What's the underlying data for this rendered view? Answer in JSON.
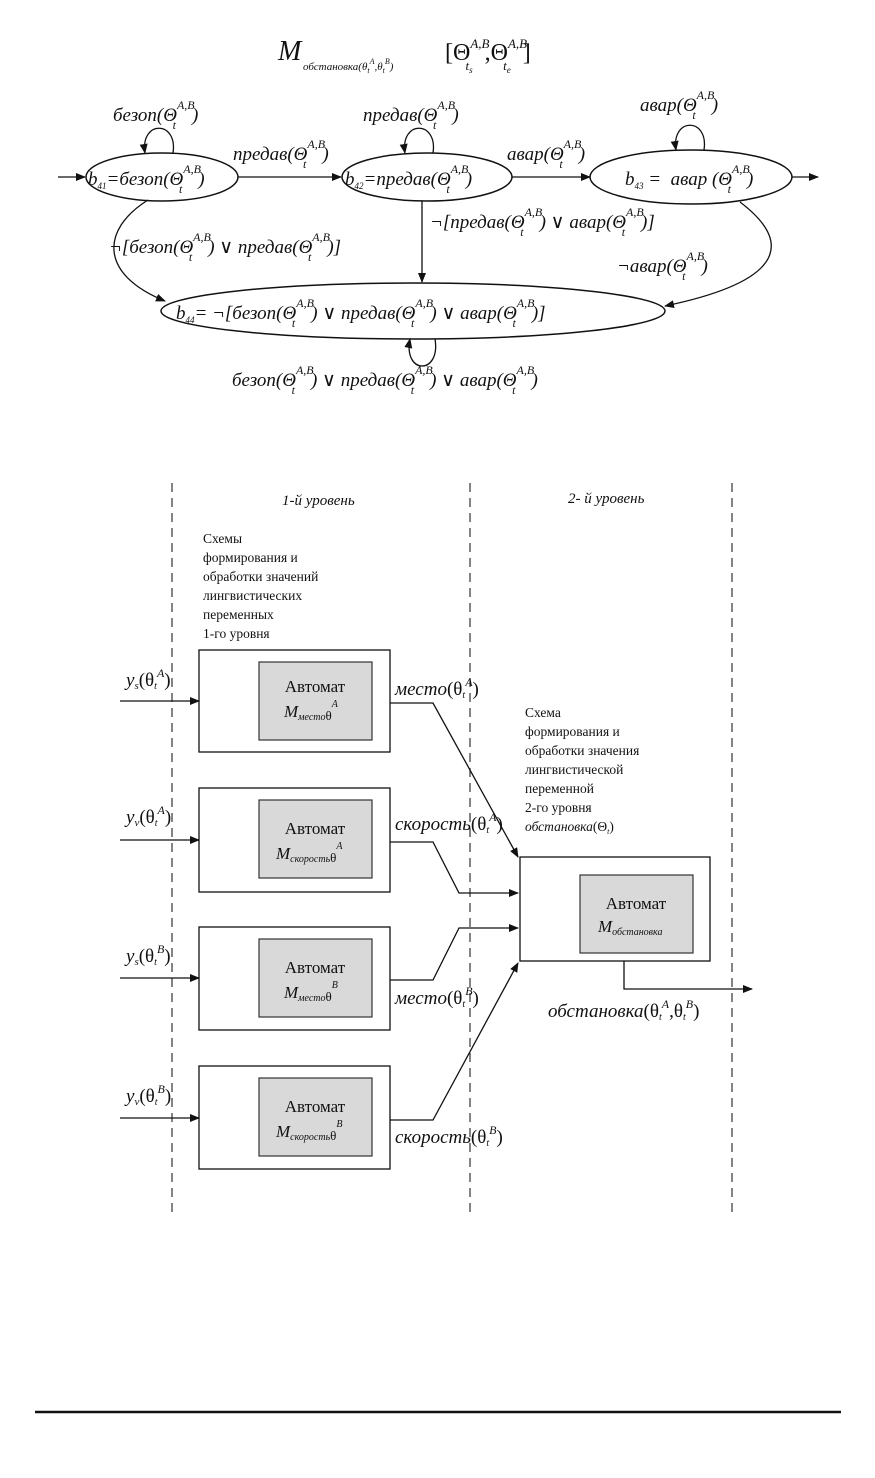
{
  "state_graph": {
    "title": {
      "main": "M",
      "subscript": "обстановка(θ",
      "sub_t": "t",
      "sub_A": "A",
      "sub_sep": ",θ",
      "sub_B": "B",
      "sub_close": ")",
      "bracket_open": "[Θ",
      "bracket_sup": "A,B",
      "bracket_sub_s": "t",
      "bracket_sub_s_idx": "s",
      "comma": ",Θ",
      "bracket_sub_e_idx": "e",
      "bracket_close": "]"
    },
    "theta_sup": "A,B",
    "theta_sub": "t",
    "states": [
      {
        "id": "b41",
        "var": "b",
        "index": "41",
        "label": "=безоп(Θ",
        "close": ")"
      },
      {
        "id": "b42",
        "var": "b",
        "index": "42",
        "label": "=предав(Θ",
        "close": ")"
      },
      {
        "id": "b43",
        "var": "b",
        "index": "43",
        "label": " =  авар (Θ",
        "close": ")"
      },
      {
        "id": "b44",
        "var": "b",
        "index": "44",
        "label": "= ¬[безоп(Θ",
        "mid1": ") ∨ предав(Θ",
        "mid2": ") ∨ авар(Θ",
        "close": ")]"
      }
    ],
    "transitions": {
      "loop_b41": {
        "pre": "безоп(Θ",
        "post": ")"
      },
      "loop_b42": {
        "pre": "предав(Θ",
        "post": ")"
      },
      "loop_b43": {
        "pre": "авар(Θ",
        "post": ")"
      },
      "b41_b42": {
        "pre": "предав(Θ",
        "post": ")"
      },
      "b42_b43": {
        "pre": "авар(Θ",
        "post": ")"
      },
      "b41_b44": {
        "pre": "¬[безоп(Θ",
        "mid": ") ∨ предав(Θ",
        "post": ")]"
      },
      "b42_b44": {
        "pre": "¬[предав(Θ",
        "mid": ") ∨ авар(Θ",
        "post": ")]"
      },
      "b43_b44": {
        "pre": "¬авар(Θ",
        "post": ")"
      },
      "loop_b44": {
        "pre": "безоп(Θ",
        "mid1": ") ∨ предав(Θ",
        "mid2": ") ∨ авар(Θ",
        "post": ")"
      }
    }
  },
  "block_diagram": {
    "levels": {
      "level1": "1-й уровень",
      "level2": "2- й уровень"
    },
    "level1_note": [
      "Схемы",
      "формирования и",
      "обработки значений",
      "лингвистических",
      "переменных",
      "1-го уровня"
    ],
    "level2_note": [
      "Схема",
      "формирования и",
      "обработки значения",
      "лингвистической",
      "переменной",
      "2-го уровня"
    ],
    "level2_note_var": {
      "name": "обстановка",
      "arg": "(Θ",
      "sub": "t",
      "close": ")"
    },
    "automaton_title": "Автомат",
    "theta": "θ",
    "blocks": [
      {
        "input": {
          "y": "y",
          "sub": "s",
          "sup": "A"
        },
        "machine_sub": "место",
        "machine_sup": "A",
        "output": {
          "name": "место",
          "sup": "A"
        }
      },
      {
        "input": {
          "y": "y",
          "sub": "v",
          "sup": "A"
        },
        "machine_sub": "скорость",
        "machine_sup": "A",
        "output": {
          "name": "скорость",
          "sup": "A"
        }
      },
      {
        "input": {
          "y": "y",
          "sub": "s",
          "sup": "B"
        },
        "machine_sub": "место",
        "machine_sup": "B",
        "output": {
          "name": "место",
          "sup": "B"
        }
      },
      {
        "input": {
          "y": "y",
          "sub": "v",
          "sup": "B"
        },
        "machine_sub": "скорость",
        "machine_sup": "B",
        "output": {
          "name": "скорость",
          "sup": "B"
        }
      }
    ],
    "final": {
      "machine_sub": "обстановка",
      "output_name": "обстановка",
      "sup_A": "A",
      "sup_B": "B"
    }
  },
  "colors": {
    "automaton_fill": "#d9d9d9",
    "line": "#111111"
  }
}
